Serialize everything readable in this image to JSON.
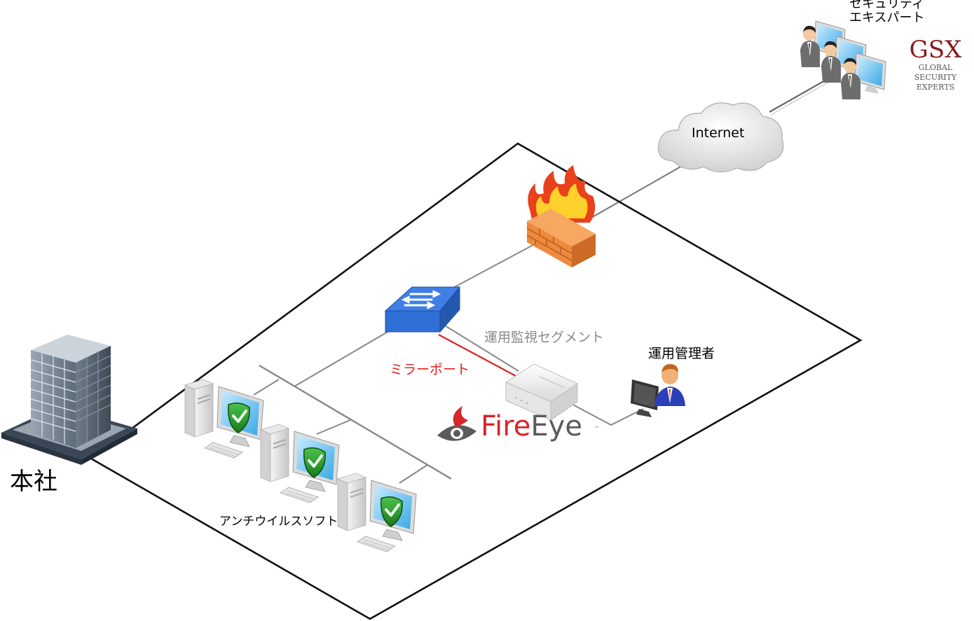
{
  "labels": {
    "security_experts": [
      "セキュリティ",
      "エキスパート"
    ],
    "internet": "Internet",
    "monitoring_segment": "運用監視セグメント",
    "operations_admin": "運用管理者",
    "mirror_port": "ミラーポート",
    "headquarters": "本社",
    "antivirus": "アンチウイルスソフト"
  },
  "gsx_logo": {
    "mark": "GSX",
    "lines": [
      "GLOBAL",
      "SECURITY",
      "EXPERTS"
    ]
  },
  "fireeye_logo": {
    "name_part1": "Fire",
    "name_part2": "Eye",
    "trademark": "™"
  },
  "colors": {
    "mirror_link": "#e0201a",
    "switch_blue": "#2f6fd6",
    "firewall_orange": "#f08a3c",
    "gsx_red": "#8b1a1a",
    "fireeye_red": "#d8262b",
    "shield_green": "#2aa02a"
  },
  "icons": [
    "building-icon",
    "cloud-icon",
    "firewall-icon",
    "switch-icon",
    "fireeye-appliance-icon",
    "admin-workstation-icon",
    "antivirus-pc-icon",
    "security-experts-icon"
  ]
}
